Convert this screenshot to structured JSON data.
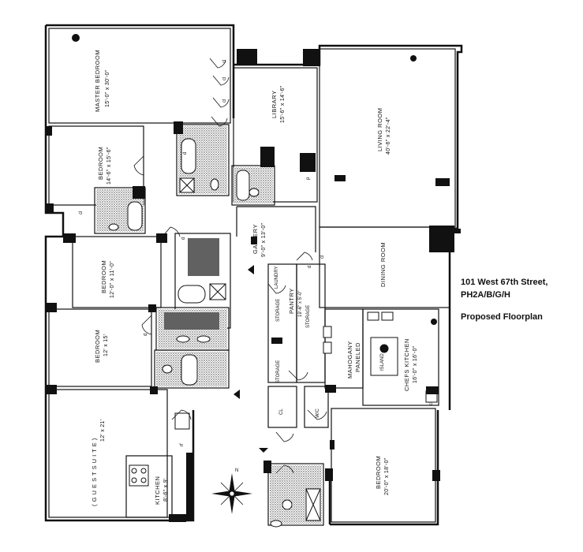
{
  "caption": {
    "address": "101 West 67th Street,",
    "units": "PH2A/B/G/H",
    "subtitle": "Proposed Floorplan"
  },
  "rooms": {
    "master_bedroom": {
      "name": "MASTER BEDROOM",
      "dims": "15'-0\" x 30'-0\""
    },
    "bedroom_1": {
      "name": "BEDROOM",
      "dims": "14'-6\" x 15'-6\""
    },
    "library": {
      "name": "LIBRARY",
      "dims": "15'-6\" x 14'-6\""
    },
    "living_room": {
      "name": "LIVING ROOM",
      "dims": "40'-6\" x 22'-4\""
    },
    "dining_room": {
      "name": "DINING ROOM"
    },
    "gallery": {
      "name": "GALLERY",
      "dims": "9'-0\" x 13'-0\""
    },
    "bedroom_2": {
      "name": "BEDROOM",
      "dims": "12'-0\" x 11'-0\""
    },
    "bedroom_3": {
      "name": "BEDROOM",
      "dims": "12' x 15'"
    },
    "pantry": {
      "name": "PANTRY",
      "dims": "19'-6\" x 5'-0\""
    },
    "laundry": {
      "name": "LAUNDRY"
    },
    "storage_1": {
      "name": "STORAGE"
    },
    "storage_2": {
      "name": "STORAGE"
    },
    "storage_3": {
      "name": "STORAGE"
    },
    "mahogany": {
      "name": "MAHOGANY",
      "sub": "PANELED"
    },
    "chefs_kitchen": {
      "name": "CHEFS KITCHEN",
      "dims": "16'-0\" x 16'-0\""
    },
    "guest_suite": {
      "name": "( G U E S T   S U I T E )",
      "dims": "12' x 21'"
    },
    "kitchen": {
      "name": "KITCHEN",
      "dims": "8'-6\" x 9'"
    },
    "bedroom_4": {
      "name": "BEDROOM",
      "dims": "20'-0\" x 18'-0\""
    },
    "wc": {
      "name": "W/C"
    }
  },
  "labels": {
    "closet": "cl",
    "closet_caps": "CL",
    "door_d": "d",
    "refrigerator": "rf",
    "pantry_p": "p",
    "island": "ISLAND",
    "compass_n": "N"
  }
}
